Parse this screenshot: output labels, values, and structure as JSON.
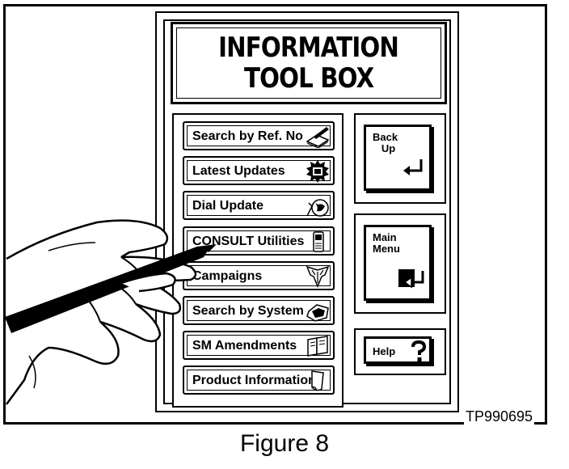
{
  "title": {
    "line1": "INFORMATION",
    "line2": "TOOL BOX"
  },
  "menu": {
    "items": [
      {
        "label": "Search by Ref. No",
        "icon": "book-pencil-icon"
      },
      {
        "label": "Latest Updates",
        "icon": "starburst-new-icon"
      },
      {
        "label": "Dial Update",
        "icon": "globe-antenna-icon"
      },
      {
        "label": "CONSULT Utilities",
        "icon": "handheld-device-icon"
      },
      {
        "label": "Campaigns",
        "icon": "eagle-emblem-icon"
      },
      {
        "label": "Search by System",
        "icon": "engine-parts-icon"
      },
      {
        "label": "SM Amendments",
        "icon": "open-book-icon"
      },
      {
        "label": "Product Information",
        "icon": "document-curl-icon"
      }
    ]
  },
  "side_buttons": {
    "back_up": {
      "line1": "Back",
      "line2": "Up",
      "icon": "back-arrow-icon"
    },
    "main_menu": {
      "line1": "Main",
      "line2": "Menu",
      "icon": "menu-return-icon"
    },
    "help": {
      "label": "Help",
      "icon": "question-mark-icon"
    }
  },
  "reference_code": "TP990695",
  "caption": "Figure 8"
}
